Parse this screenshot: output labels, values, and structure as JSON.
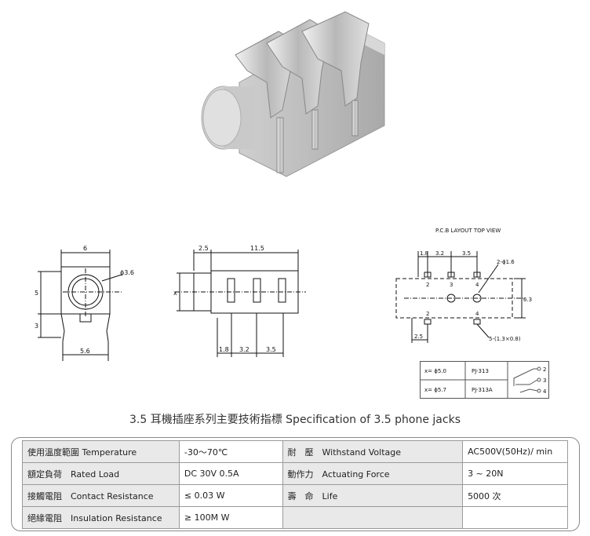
{
  "drawing_front": {
    "dim_width": "6",
    "dim_hole": "ϕ3.6",
    "dim_height": "5",
    "dim_leg": "3",
    "dim_bottom": "5.6"
  },
  "drawing_side": {
    "dim_a": "2.5",
    "dim_b": "11.5",
    "dim_x": "x",
    "dim_c": "1.8",
    "dim_d": "3.2",
    "dim_e": "3.5"
  },
  "drawing_pcb": {
    "header": "P.C.B LAYOUT    TOP VIEW",
    "dim_a": "1.8",
    "dim_b": "3.2",
    "dim_c": "3.5",
    "hole_note": "2-ϕ1.6",
    "dim_h": "6.3",
    "dim_w": "2.5",
    "slot_note": "5-(1.3×0.8)",
    "pins": [
      "2",
      "3",
      "4",
      "2",
      "4"
    ]
  },
  "model_table": {
    "rows": [
      {
        "x": "x= ϕ5.0",
        "model": "PJ-313"
      },
      {
        "x": "x= ϕ5.7",
        "model": "PJ-313A"
      }
    ],
    "schematic_pins": [
      "2",
      "3",
      "4"
    ]
  },
  "title": "3.5 耳機插座系列主要技術指標 Specification of 3.5 phone jacks",
  "spec": {
    "rows": [
      {
        "l1": "使用溫度範圍 Temperature",
        "v1": "-30～70℃",
        "l2": "耐　壓　Withstand Voltage",
        "v2": "AC500V(50Hz)/ min"
      },
      {
        "l1": "額定負荷　Rated Load",
        "v1": "DC  30V  0.5A",
        "l2": "動作力　Actuating Force",
        "v2": "3 ~ 20N"
      },
      {
        "l1": "接觸電阻　Contact Resistance",
        "v1": "≤ 0.03 W",
        "l2": "壽　命　Life",
        "v2": "5000 次"
      },
      {
        "l1": "絕緣電阻　Insulation Resistance",
        "v1": "≥ 100M W",
        "l2": "",
        "v2": ""
      }
    ]
  }
}
